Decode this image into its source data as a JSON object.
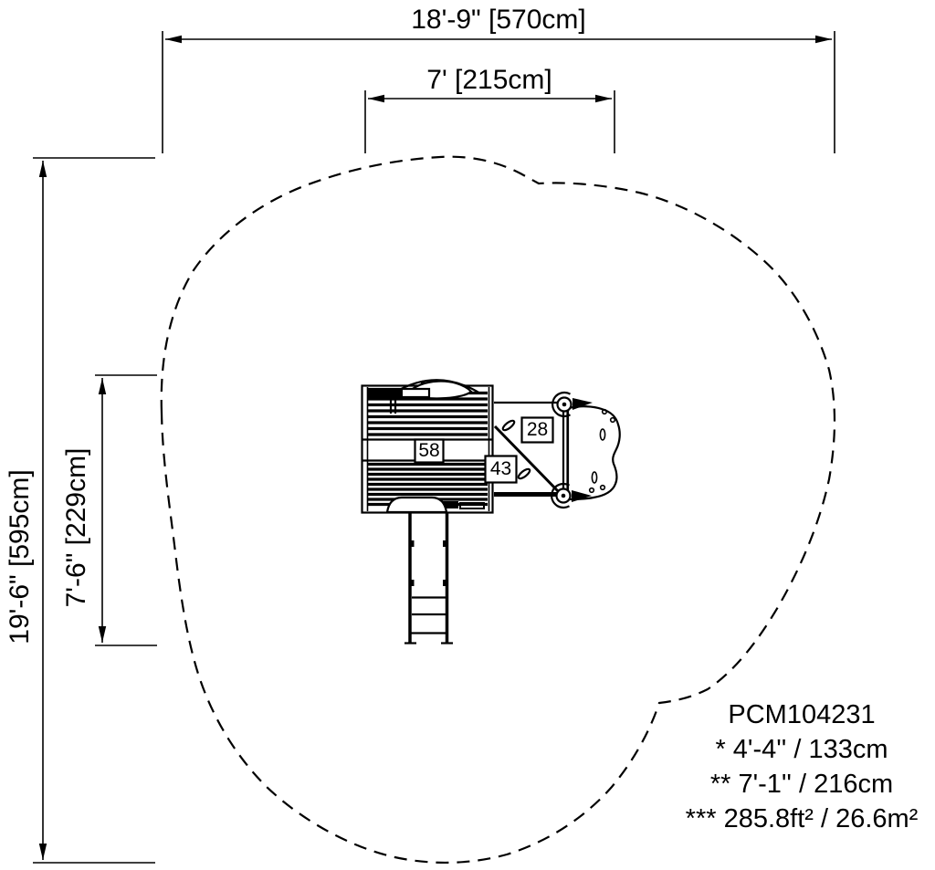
{
  "colors": {
    "ink": "#000000",
    "background": "#ffffff"
  },
  "dimensions": {
    "overall_width": "18'-9\" [570cm]",
    "deck_width": "7' [215cm]",
    "overall_depth": "19'-6\" [595cm]",
    "deck_depth": "7'-6\" [229cm]"
  },
  "callouts": [
    "58",
    "43",
    "28"
  ],
  "info_block": {
    "model": "PCM104231",
    "note_fall_height": "* 4'-4'' / 133cm",
    "note_deck_height": "** 7'-1'' / 216cm",
    "note_use_zone_area": "*** 285.8ft² / 26.6m²"
  }
}
